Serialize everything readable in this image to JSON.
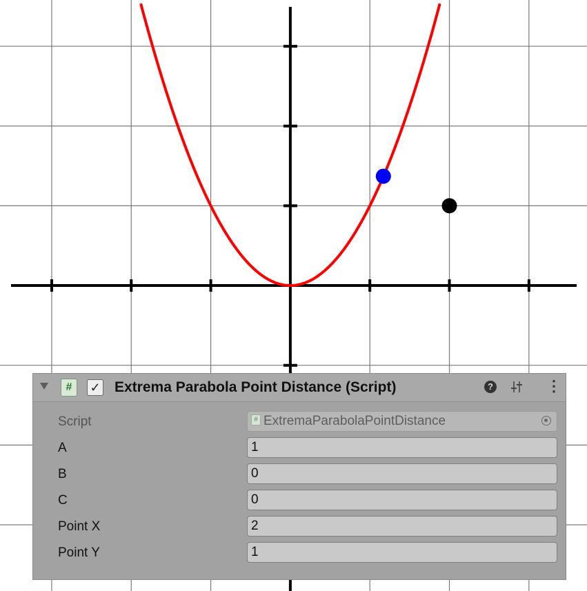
{
  "chart_data": {
    "type": "line",
    "title": "",
    "xlabel": "",
    "ylabel": "",
    "xlim": [
      -3.65,
      3.73
    ],
    "ylim": [
      -3.83,
      3.58
    ],
    "grid": true,
    "series": [
      {
        "function": "y = x^2",
        "color": "#ff0000",
        "x_range": [
          -1.88,
          1.88
        ]
      }
    ],
    "points": [
      {
        "x": 1.17,
        "y": 1.37,
        "color": "#0000ff"
      },
      {
        "x": 2,
        "y": 1,
        "color": "#000000"
      }
    ]
  },
  "inspector": {
    "title": "Extrema Parabola Point Distance (Script)",
    "enabled": true,
    "icons": {
      "fold": "fold-arrow-icon",
      "script": "script-hash-icon",
      "help": "help-icon",
      "presets": "presets-icon",
      "menu": "kebab-menu-icon"
    },
    "script_field": {
      "label": "Script",
      "value": "ExtremaParabolaPointDistance"
    },
    "fields": [
      {
        "label": "A",
        "value": "1"
      },
      {
        "label": "B",
        "value": "0"
      },
      {
        "label": "C",
        "value": "0"
      },
      {
        "label": "Point X",
        "value": "2"
      },
      {
        "label": "Point Y",
        "value": "1"
      }
    ]
  }
}
